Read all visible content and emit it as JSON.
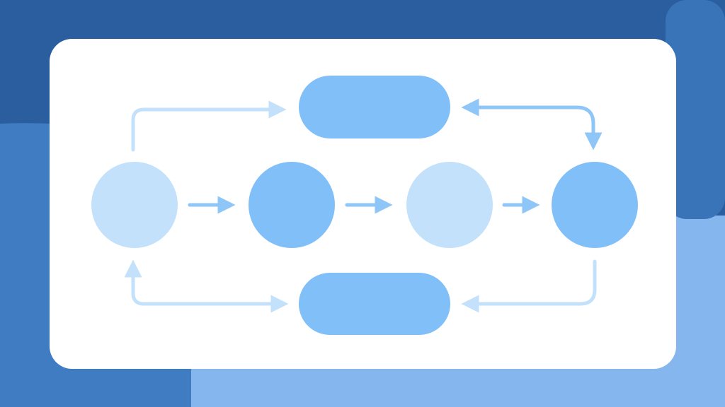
{
  "diagram": {
    "colors": {
      "background_dark": "#2a5e9f",
      "background_mid": "#3f7cc2",
      "background_light": "#85b6ee",
      "card": "#ffffff",
      "node_light": "#c3e1fb",
      "node_medium": "#80bff8",
      "arrow_light": "#c3e1fb",
      "arrow_medium": "#8ec6f8"
    },
    "nodes": [
      {
        "id": "circle-1",
        "shape": "circle",
        "tone": "light"
      },
      {
        "id": "circle-2",
        "shape": "circle",
        "tone": "medium"
      },
      {
        "id": "circle-3",
        "shape": "circle",
        "tone": "light"
      },
      {
        "id": "circle-4",
        "shape": "circle",
        "tone": "medium"
      },
      {
        "id": "pill-top",
        "shape": "pill",
        "tone": "medium"
      },
      {
        "id": "pill-bottom",
        "shape": "pill",
        "tone": "medium"
      }
    ],
    "edges": [
      {
        "from": "circle-1",
        "to": "circle-2"
      },
      {
        "from": "circle-2",
        "to": "circle-3"
      },
      {
        "from": "circle-3",
        "to": "circle-4"
      },
      {
        "from": "circle-1",
        "to": "pill-top"
      },
      {
        "from": "circle-4",
        "to": "pill-top",
        "bidirectional": true
      },
      {
        "from": "pill-bottom",
        "to": "circle-1",
        "bidirectional": true
      },
      {
        "from": "circle-4",
        "to": "pill-bottom"
      }
    ]
  }
}
